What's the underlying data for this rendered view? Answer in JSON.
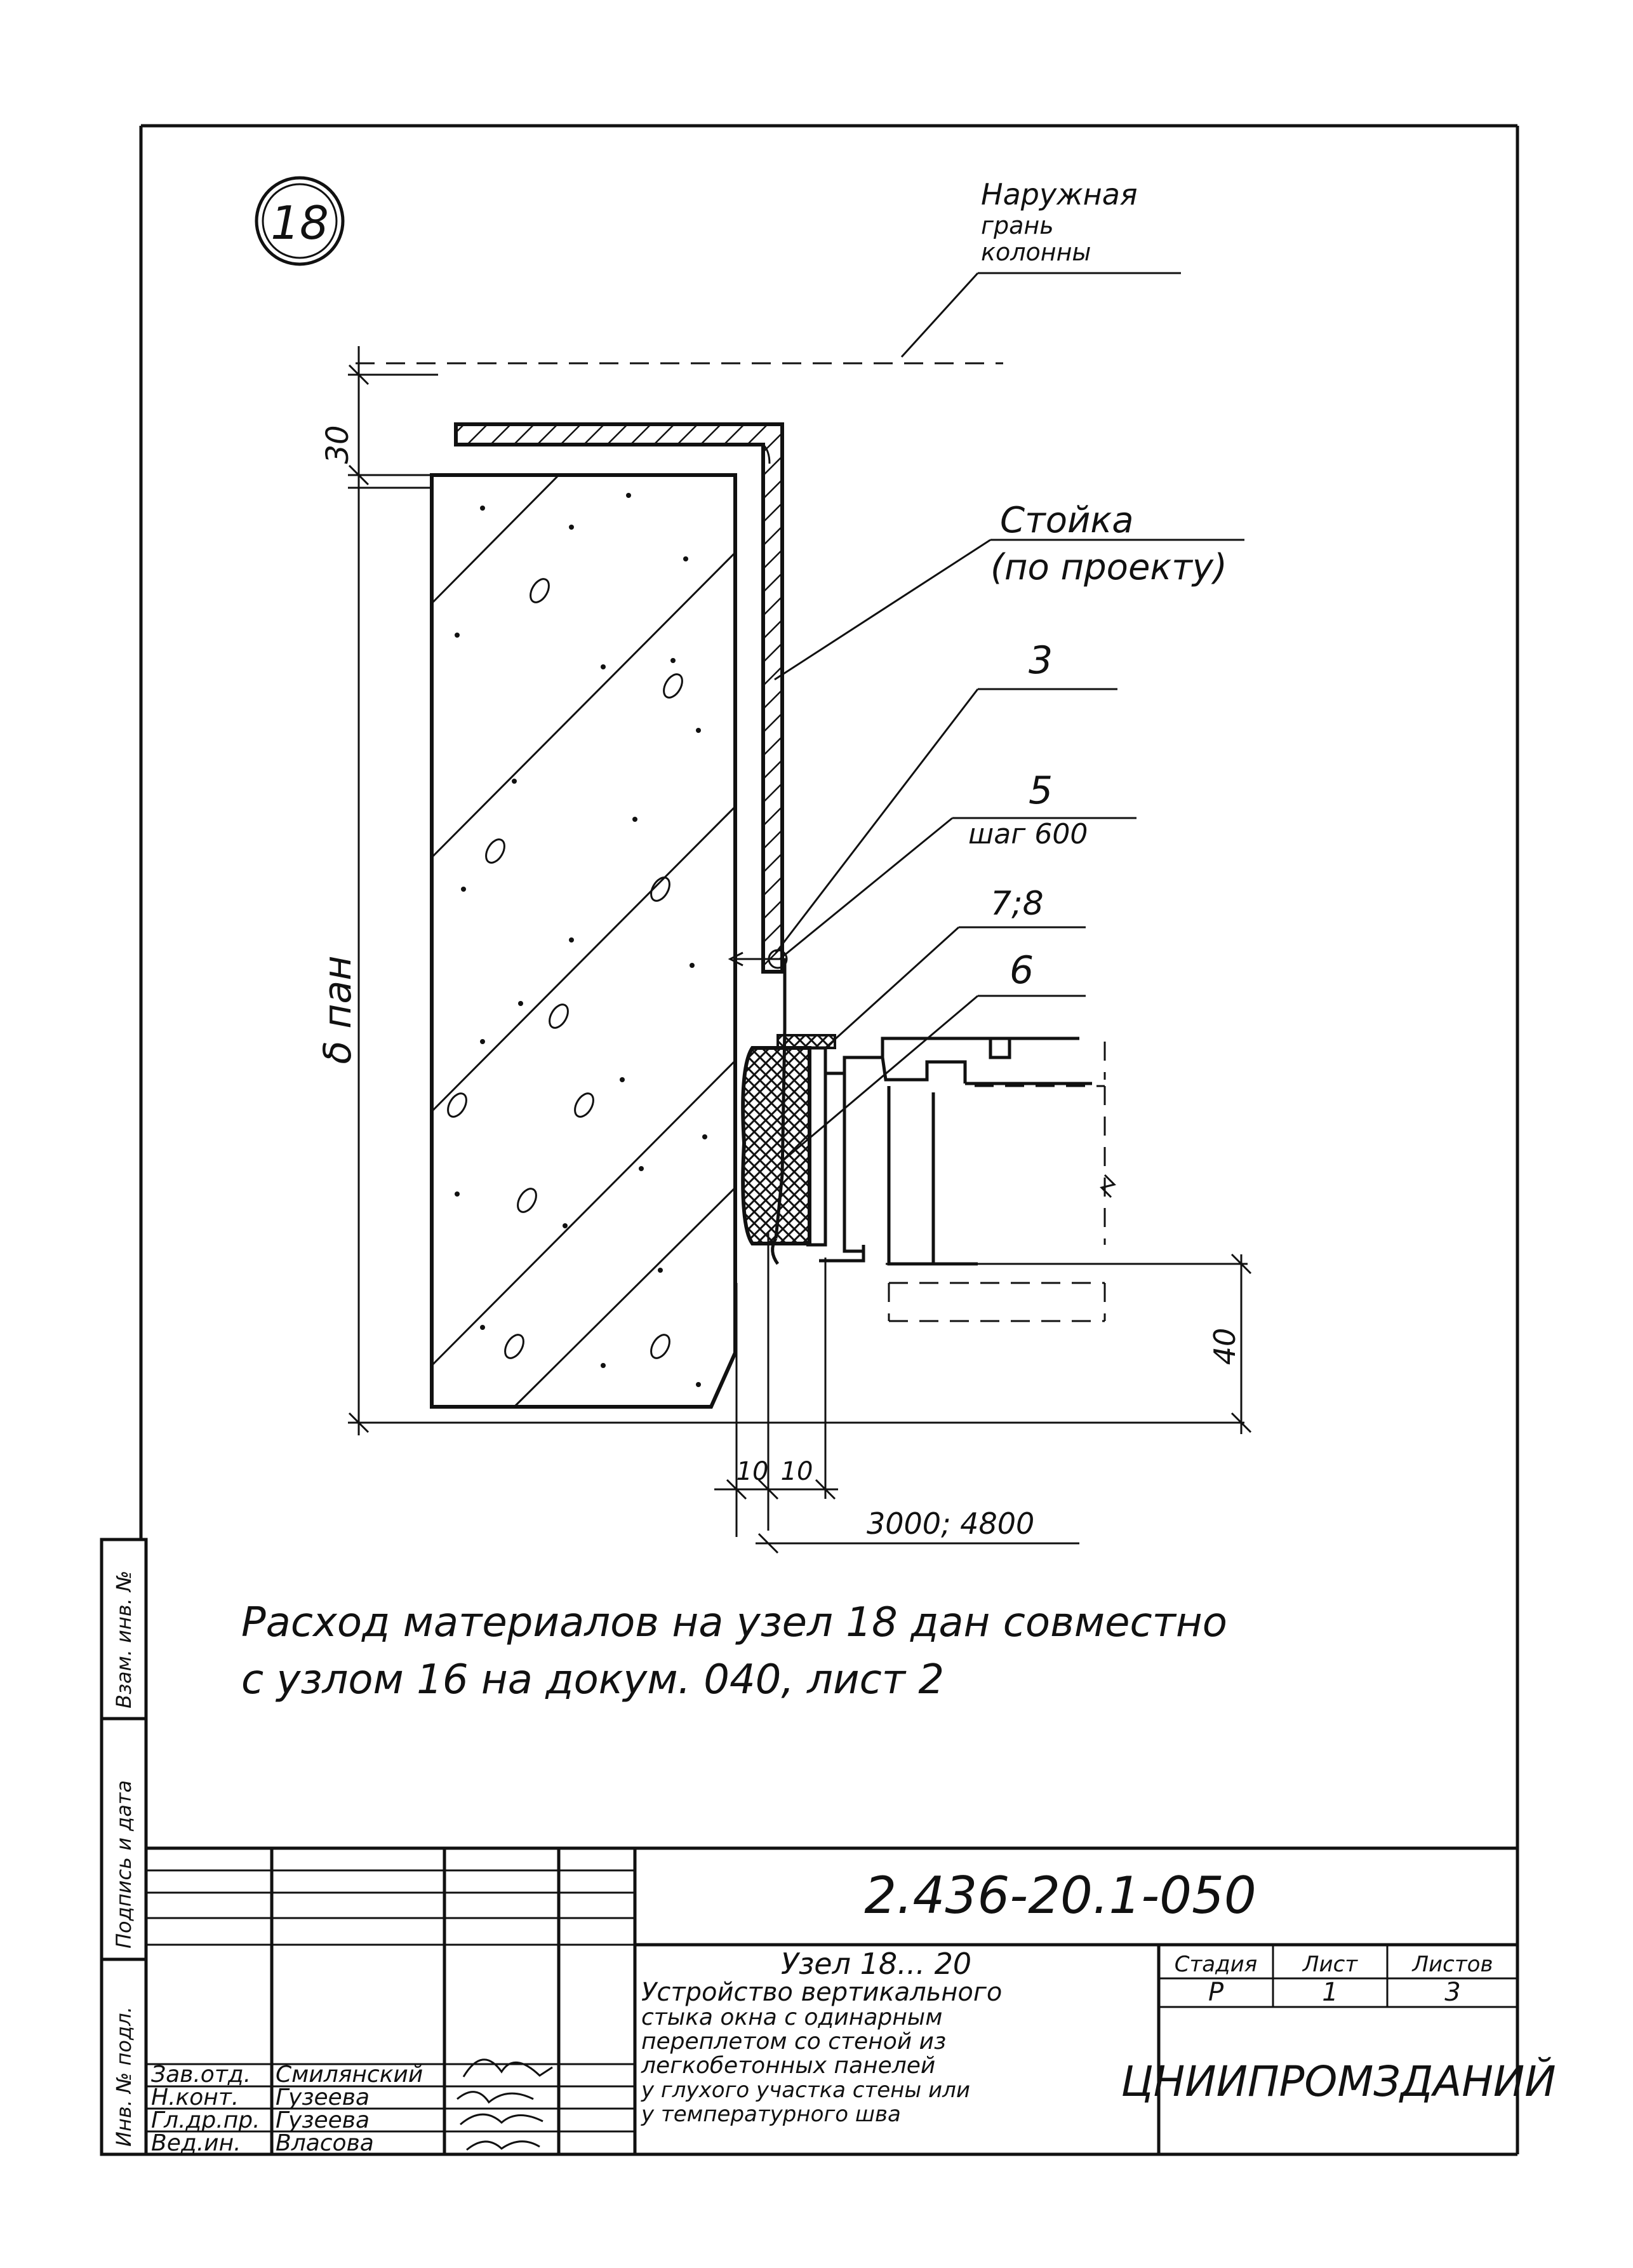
{
  "node_number": "18",
  "callouts": {
    "outer_face": [
      "Наружная",
      "грань",
      "колонны"
    ],
    "post": [
      "Стойка",
      "(по проекту)"
    ],
    "item_3": "3",
    "item_5": "5",
    "item_5_note": "шаг 600",
    "item_7_8": "7;8",
    "item_6": "6"
  },
  "dimensions": {
    "top_offset": "30",
    "panel_thickness": "δ пан",
    "bottom_offset": "40",
    "gap_a": "10",
    "gap_b": "10",
    "window_width": "3000; 4800"
  },
  "material_note": [
    "Расход материалов на узел 18 дан совместно",
    "с узлом 16 на докум. 040, лист 2"
  ],
  "side_stamp": [
    "Взам. инв. №",
    "Подпись и дата",
    "Инв. № подл."
  ],
  "title_block": {
    "doc_code": "2.436-20.1-050",
    "title_lines": [
      "Узел 18... 20",
      "Устройство вертикального",
      "стыка окна с одинарным",
      "переплетом со стеной из",
      "легкобетонных панелей",
      "у глухого участка стены или",
      "у температурного шва"
    ],
    "signers": [
      {
        "role": "Зав.отд.",
        "name": "Смилянский"
      },
      {
        "role": "Н.конт.",
        "name": "Гузеева"
      },
      {
        "role": "Гл.др.пр.",
        "name": "Гузеева"
      },
      {
        "role": "Вед.ин.",
        "name": "Власова"
      }
    ],
    "stage_label": "Стадия",
    "sheet_label": "Лист",
    "sheets_label": "Листов",
    "stage": "Р",
    "sheet": "1",
    "sheets": "3",
    "organization": "ЦНИИПРОМЗДАНИЙ"
  }
}
